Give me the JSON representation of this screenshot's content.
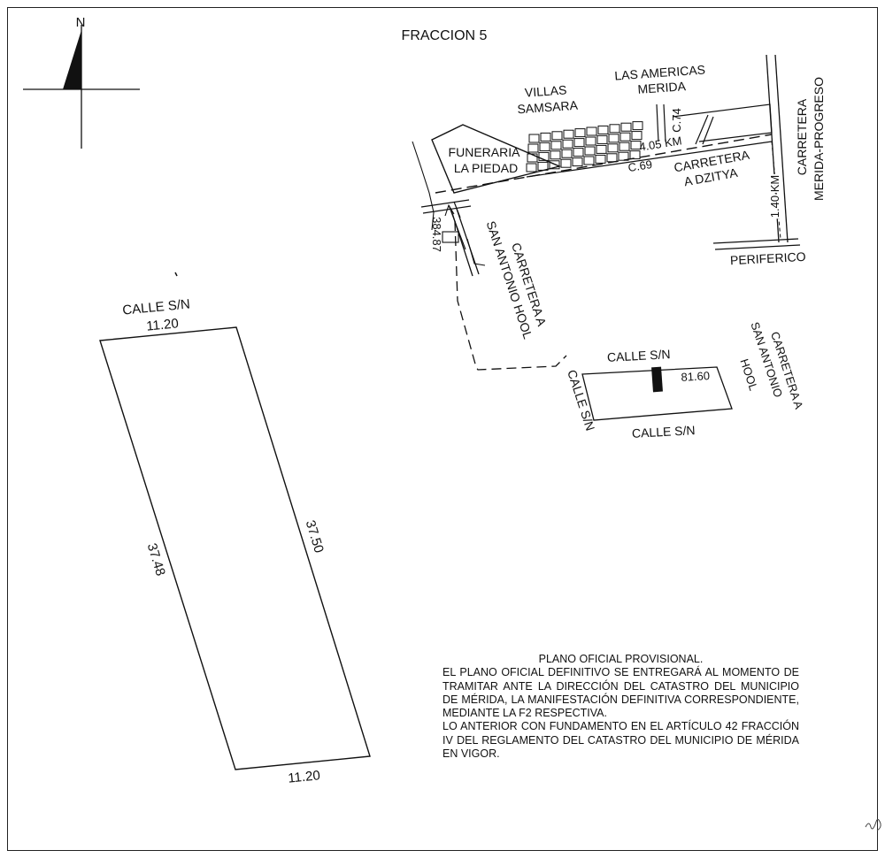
{
  "title": "FRACCION 5",
  "north_label": "N",
  "lot": {
    "street_top": "CALLE S/N",
    "front_top": "11.20",
    "side_left": "37.48",
    "side_right": "37.50",
    "front_bottom": "11.20"
  },
  "location": {
    "villas": [
      "VILLAS",
      "SAMSARA"
    ],
    "las_americas": [
      "LAS AMERICAS",
      "MERIDA"
    ],
    "c74": "C.74",
    "dist_405": "4.05 KM",
    "funeraria": [
      "FUNERARIA",
      "LA PIEDAD"
    ],
    "c69": "C.69",
    "carretera_dzitya": [
      "CARRETERA",
      "A DZITYA"
    ],
    "carretera_progreso": [
      "CARRETERA",
      "MERIDA-PROGRESO"
    ],
    "dist_140": "1.40 KM",
    "periferico": "PERIFERICO",
    "dist_38487": "384.87",
    "carretera_hool": [
      "CARRETERA A",
      "SAN ANTONIO HOOL"
    ],
    "calle_sn_top": "CALLE S/N",
    "block_front": "81.60",
    "calle_sn_left": "CALLE S/N",
    "calle_sn_bottom": "CALLE S/N",
    "carretera_hool_right": [
      "CARRETERA A",
      "SAN ANTONIO",
      "HOOL"
    ]
  },
  "notes": {
    "heading": "PLANO OFICIAL PROVISIONAL.",
    "para1": "EL PLANO OFICIAL DEFINITIVO SE ENTREGARÁ AL MOMENTO DE TRAMITAR ANTE LA DIRECCIÓN DEL CATASTRO DEL MUNICIPIO DE MÉRIDA, LA MANIFESTACIÓN DEFINITIVA CORRESPONDIENTE, MEDIANTE LA F2 RESPECTIVA.",
    "para2": "LO ANTERIOR CON FUNDAMENTO EN EL ARTÍCULO 42 FRACCIÓN IV DEL REGLAMENTO DEL CATASTRO DEL MUNICIPIO DE MÉRIDA EN VIGOR."
  }
}
